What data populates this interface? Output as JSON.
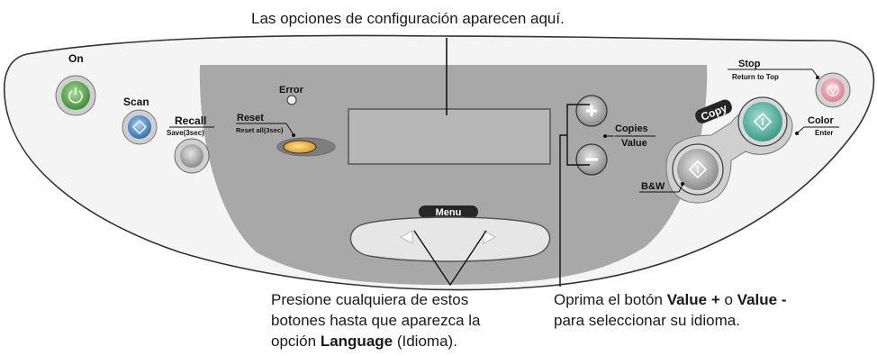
{
  "callouts": {
    "top": "Las opciones de configuración aparecen aquí.",
    "menu": {
      "line1": "Presione cualquiera de estos",
      "line2": "botones hasta que aparezca la",
      "line3_pre": "opción ",
      "line3_bold": "Language",
      "line3_post": " (Idioma)."
    },
    "value": {
      "line1_pre": "Oprima el botón ",
      "line1_bold1": "Value +",
      "line1_mid": " o ",
      "line1_bold2": "Value -",
      "line2": "para seleccionar su idioma."
    }
  },
  "panel": {
    "on": "On",
    "scan": "Scan",
    "recall": "Recall",
    "recall_sub": "Save(3sec)",
    "error": "Error",
    "reset": "Reset",
    "reset_sub": "Reset all(3sec)",
    "menu": "Menu",
    "copies": "Copies",
    "value": "Value",
    "stop": "Stop",
    "stop_sub": "Return to Top",
    "copy": "Copy",
    "color": "Color",
    "color_sub": "Enter",
    "bw": "B&W"
  },
  "colors": {
    "panel_outer": "#f4f4f4",
    "panel_inner": "#a8a8a8",
    "lcd": "#b7b7b7",
    "on_button": "#5fae52",
    "scan_button": "#4d8fd0",
    "stop_button": "#f2a1b0",
    "color_button": "#5cb7a6",
    "reset_led": "#f0b437"
  }
}
